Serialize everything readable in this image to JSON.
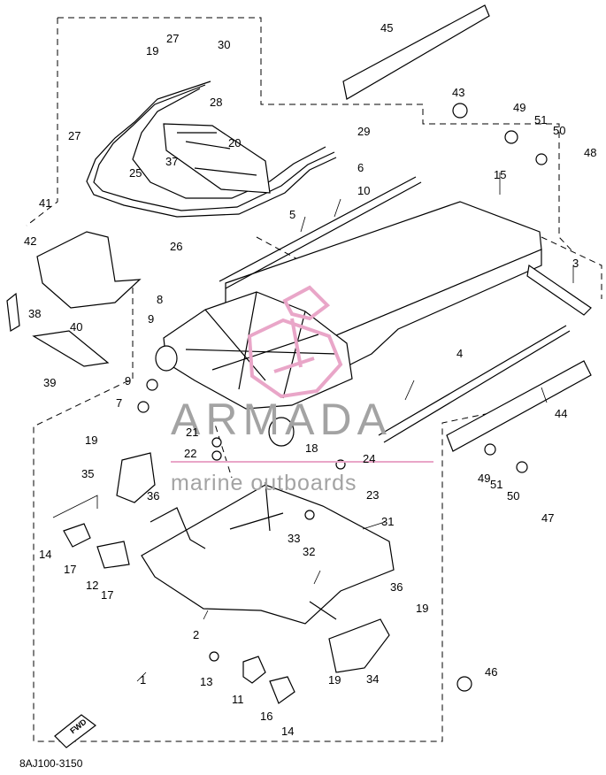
{
  "diagram": {
    "drawing_code": "8AJ100-3150",
    "forward_marker": "FWD",
    "watermark": {
      "brand": "ARMADA",
      "tagline": "marine outboards",
      "brand_color": "#e9a6c8"
    },
    "callouts": [
      {
        "id": "c1",
        "label": "1"
      },
      {
        "id": "c2",
        "label": "2"
      },
      {
        "id": "c3",
        "label": "3"
      },
      {
        "id": "c4",
        "label": "4"
      },
      {
        "id": "c5",
        "label": "5"
      },
      {
        "id": "c6",
        "label": "6"
      },
      {
        "id": "c7",
        "label": "7"
      },
      {
        "id": "c8",
        "label": "8"
      },
      {
        "id": "c9a",
        "label": "9"
      },
      {
        "id": "c9b",
        "label": "9"
      },
      {
        "id": "c10",
        "label": "10"
      },
      {
        "id": "c11",
        "label": "11"
      },
      {
        "id": "c12",
        "label": "12"
      },
      {
        "id": "c13",
        "label": "13"
      },
      {
        "id": "c14a",
        "label": "14"
      },
      {
        "id": "c14b",
        "label": "14"
      },
      {
        "id": "c15",
        "label": "15"
      },
      {
        "id": "c16",
        "label": "16"
      },
      {
        "id": "c17a",
        "label": "17"
      },
      {
        "id": "c17b",
        "label": "17"
      },
      {
        "id": "c18",
        "label": "18"
      },
      {
        "id": "c19a",
        "label": "19"
      },
      {
        "id": "c19b",
        "label": "19"
      },
      {
        "id": "c19c",
        "label": "19"
      },
      {
        "id": "c19d",
        "label": "19"
      },
      {
        "id": "c20",
        "label": "20"
      },
      {
        "id": "c21",
        "label": "21"
      },
      {
        "id": "c22",
        "label": "22"
      },
      {
        "id": "c23",
        "label": "23"
      },
      {
        "id": "c24",
        "label": "24"
      },
      {
        "id": "c25",
        "label": "25"
      },
      {
        "id": "c26",
        "label": "26"
      },
      {
        "id": "c27a",
        "label": "27"
      },
      {
        "id": "c27b",
        "label": "27"
      },
      {
        "id": "c28",
        "label": "28"
      },
      {
        "id": "c29",
        "label": "29"
      },
      {
        "id": "c30",
        "label": "30"
      },
      {
        "id": "c31",
        "label": "31"
      },
      {
        "id": "c32",
        "label": "32"
      },
      {
        "id": "c33",
        "label": "33"
      },
      {
        "id": "c34",
        "label": "34"
      },
      {
        "id": "c35",
        "label": "35"
      },
      {
        "id": "c36a",
        "label": "36"
      },
      {
        "id": "c36b",
        "label": "36"
      },
      {
        "id": "c37",
        "label": "37"
      },
      {
        "id": "c38",
        "label": "38"
      },
      {
        "id": "c39",
        "label": "39"
      },
      {
        "id": "c40",
        "label": "40"
      },
      {
        "id": "c41",
        "label": "41"
      },
      {
        "id": "c42",
        "label": "42"
      },
      {
        "id": "c43",
        "label": "43"
      },
      {
        "id": "c44",
        "label": "44"
      },
      {
        "id": "c45",
        "label": "45"
      },
      {
        "id": "c46",
        "label": "46"
      },
      {
        "id": "c47",
        "label": "47"
      },
      {
        "id": "c48",
        "label": "48"
      },
      {
        "id": "c49a",
        "label": "49"
      },
      {
        "id": "c49b",
        "label": "49"
      },
      {
        "id": "c50a",
        "label": "50"
      },
      {
        "id": "c50b",
        "label": "50"
      },
      {
        "id": "c51a",
        "label": "51"
      },
      {
        "id": "c51b",
        "label": "51"
      }
    ]
  }
}
